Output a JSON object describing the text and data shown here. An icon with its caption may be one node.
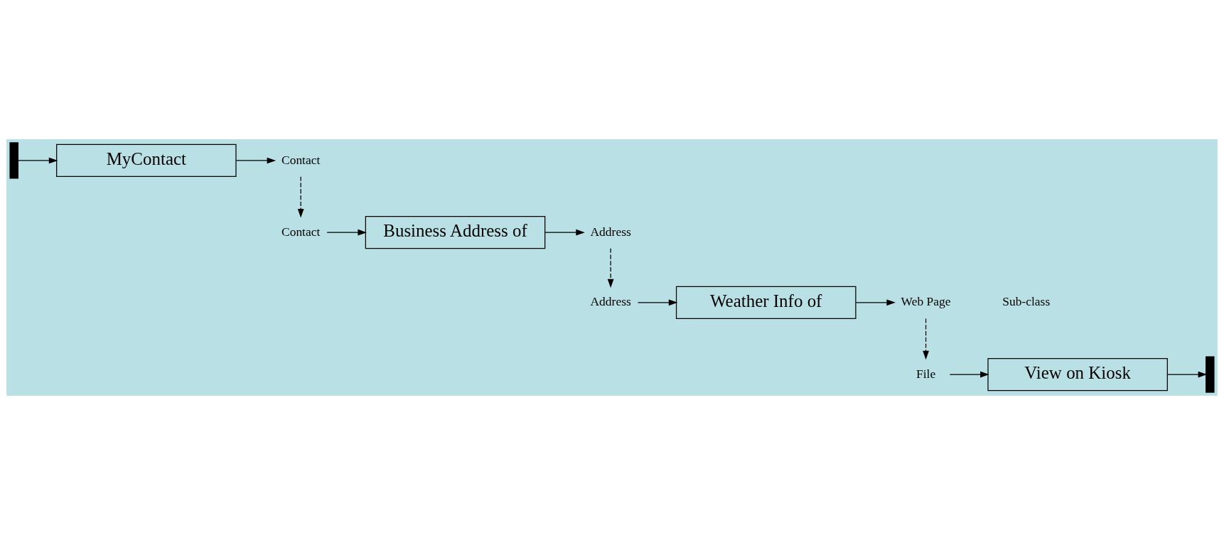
{
  "diagram": {
    "nodes": [
      {
        "text": [],
        "shape": "bar"
      },
      {
        "text": [
          "MyContact"
        ]
      },
      {
        "text": [
          "Contact"
        ]
      },
      {
        "text": [
          "Contact"
        ]
      },
      {
        "text": [
          "Business Address of"
        ]
      },
      {
        "text": [
          "Address"
        ]
      },
      {
        "text": [
          "Address"
        ]
      },
      {
        "text": [
          "Weather Info of"
        ]
      },
      {
        "text": [
          "Web Page"
        ]
      },
      {
        "text": [
          "File"
        ]
      },
      {
        "text": [
          "View on Kiosk"
        ]
      },
      {
        "text": [],
        "shape": "bar"
      }
    ],
    "edges": [
      {
        "from": 0,
        "to": 1,
        "arrow": "to"
      },
      {
        "from": 1,
        "to": 2,
        "arrow": "to"
      },
      {
        "from": 2,
        "to": 3,
        "arrow": "to",
        "style": "dashed"
      },
      {
        "from": 3,
        "to": 4,
        "arrow": "to"
      },
      {
        "from": 4,
        "to": 5,
        "arrow": "to"
      },
      {
        "from": 5,
        "to": 6,
        "arrow": "to",
        "style": "dashed"
      },
      {
        "from": 6,
        "to": 7,
        "arrow": "to"
      },
      {
        "from": 7,
        "to": 8,
        "arrow": "to"
      },
      {
        "from": 8,
        "to": 9,
        "arrow": "to",
        "style": "dashed"
      },
      {
        "from": 9,
        "to": 10,
        "arrow": "to"
      },
      {
        "from": 10,
        "to": 11,
        "arrow": "to"
      }
    ],
    "labels": [
      "Sub-class"
    ]
  }
}
